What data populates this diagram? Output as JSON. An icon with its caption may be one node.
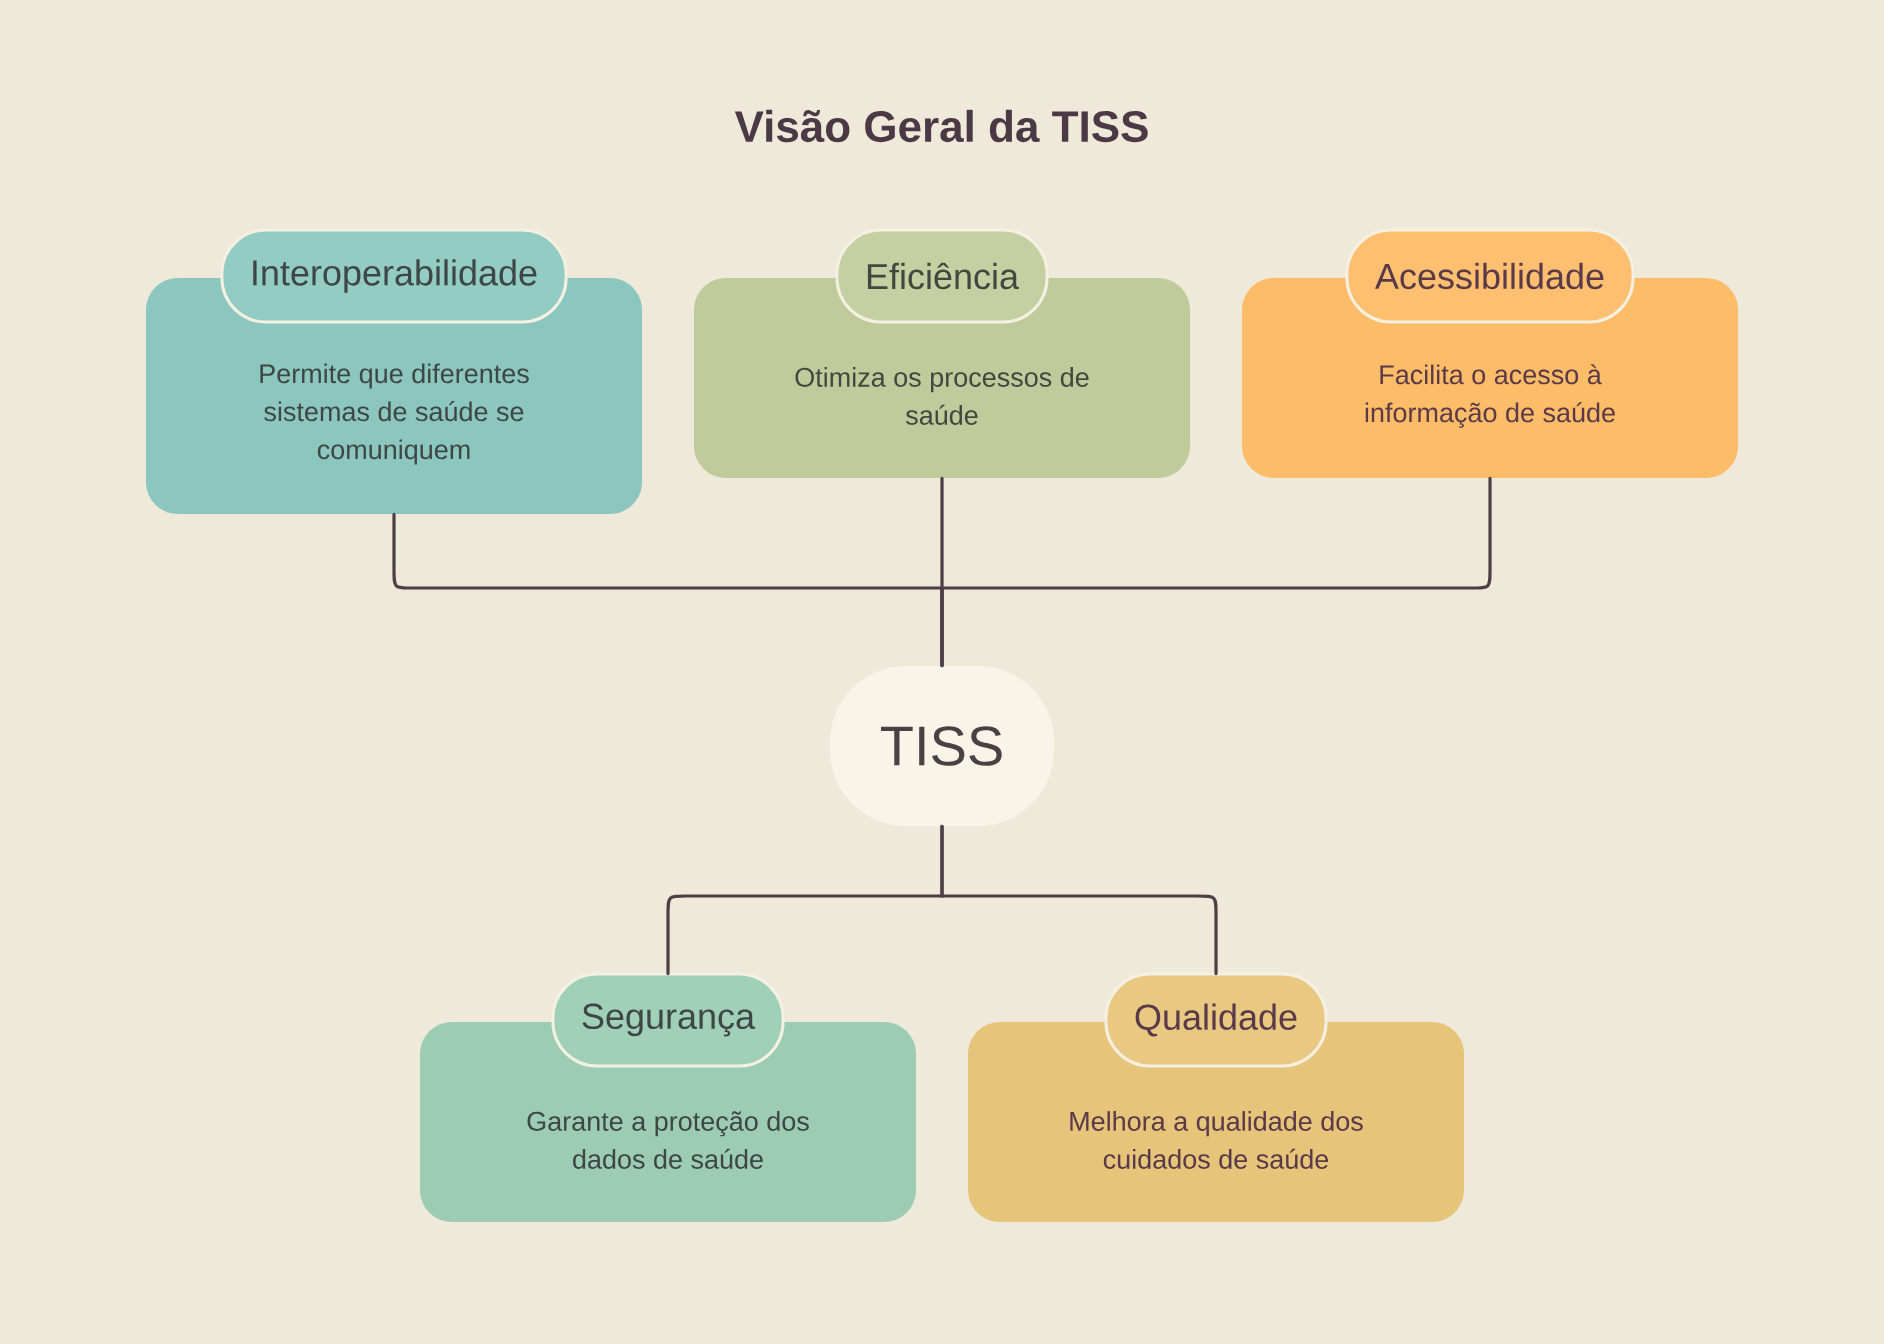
{
  "diagram": {
    "title": "Visão Geral da TISS",
    "nodes": [
      {
        "text": [
          "Interoperabilidade",
          "Permite que diferentes sistemas de saúde se comuniquem"
        ]
      },
      {
        "text": [
          "Eficiência",
          "Otimiza os processos de saúde"
        ]
      },
      {
        "text": [
          "Acessibilidade",
          "Facilita o acesso à informação de saúde"
        ]
      },
      {
        "text": [
          "TISS"
        ]
      },
      {
        "text": [
          "Segurança",
          "Garante a proteção dos dados de saúde"
        ]
      },
      {
        "text": [
          "Qualidade",
          "Melhora a qualidade dos cuidados de saúde"
        ]
      }
    ],
    "edges": [
      {
        "from": 0,
        "to": 3,
        "arrow": "none"
      },
      {
        "from": 1,
        "to": 3,
        "arrow": "none"
      },
      {
        "from": 2,
        "to": 3,
        "arrow": "none"
      },
      {
        "from": 3,
        "to": 4,
        "arrow": "none"
      },
      {
        "from": 3,
        "to": 5,
        "arrow": "none"
      }
    ]
  }
}
